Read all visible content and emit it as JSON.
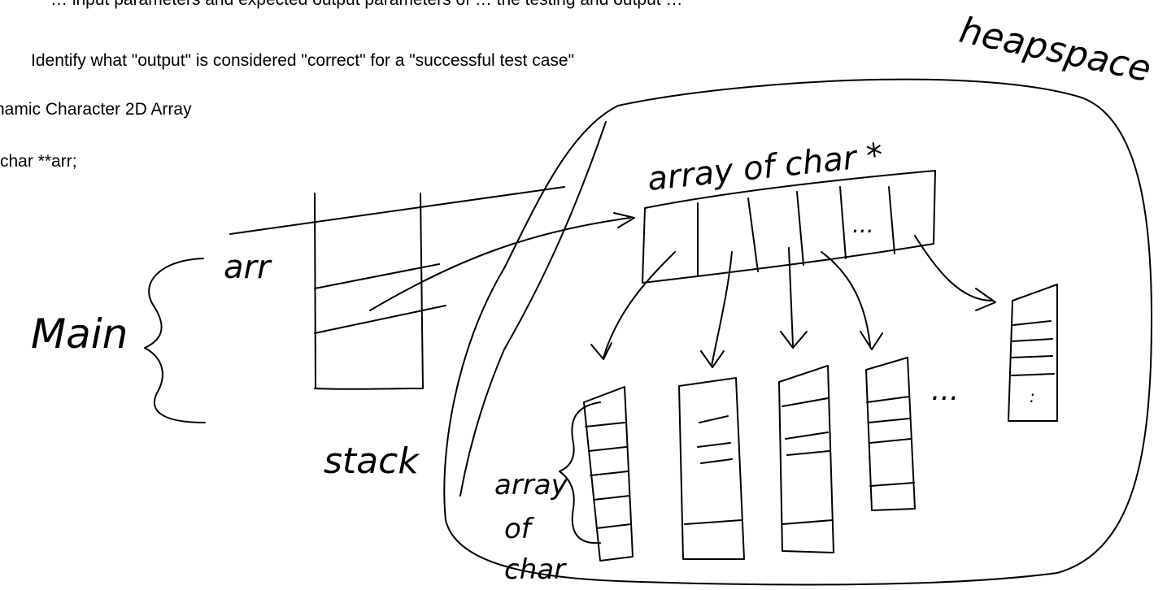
{
  "document": {
    "lines": {
      "top": "… input parameters and expected output parameters of … the testing and output …",
      "identify": "Identify what \"output\" is considered \"correct\" for a \"successful test case\"",
      "array_heading": "namic Character 2D Array",
      "declaration": "char **arr;"
    }
  },
  "handwriting": {
    "main": "Main",
    "arr": "arr",
    "stack": "stack",
    "heap_space": "heapspace",
    "array_of_char_ptr": "array of char *",
    "array_label_1": "array",
    "array_label_2": "of",
    "array_label_3": "char",
    "ellipsis_top": "...",
    "ellipsis_mid": "...",
    "ellipsis_dot": ":"
  },
  "colors": {
    "ink": "#000000",
    "background": "#ffffff"
  }
}
